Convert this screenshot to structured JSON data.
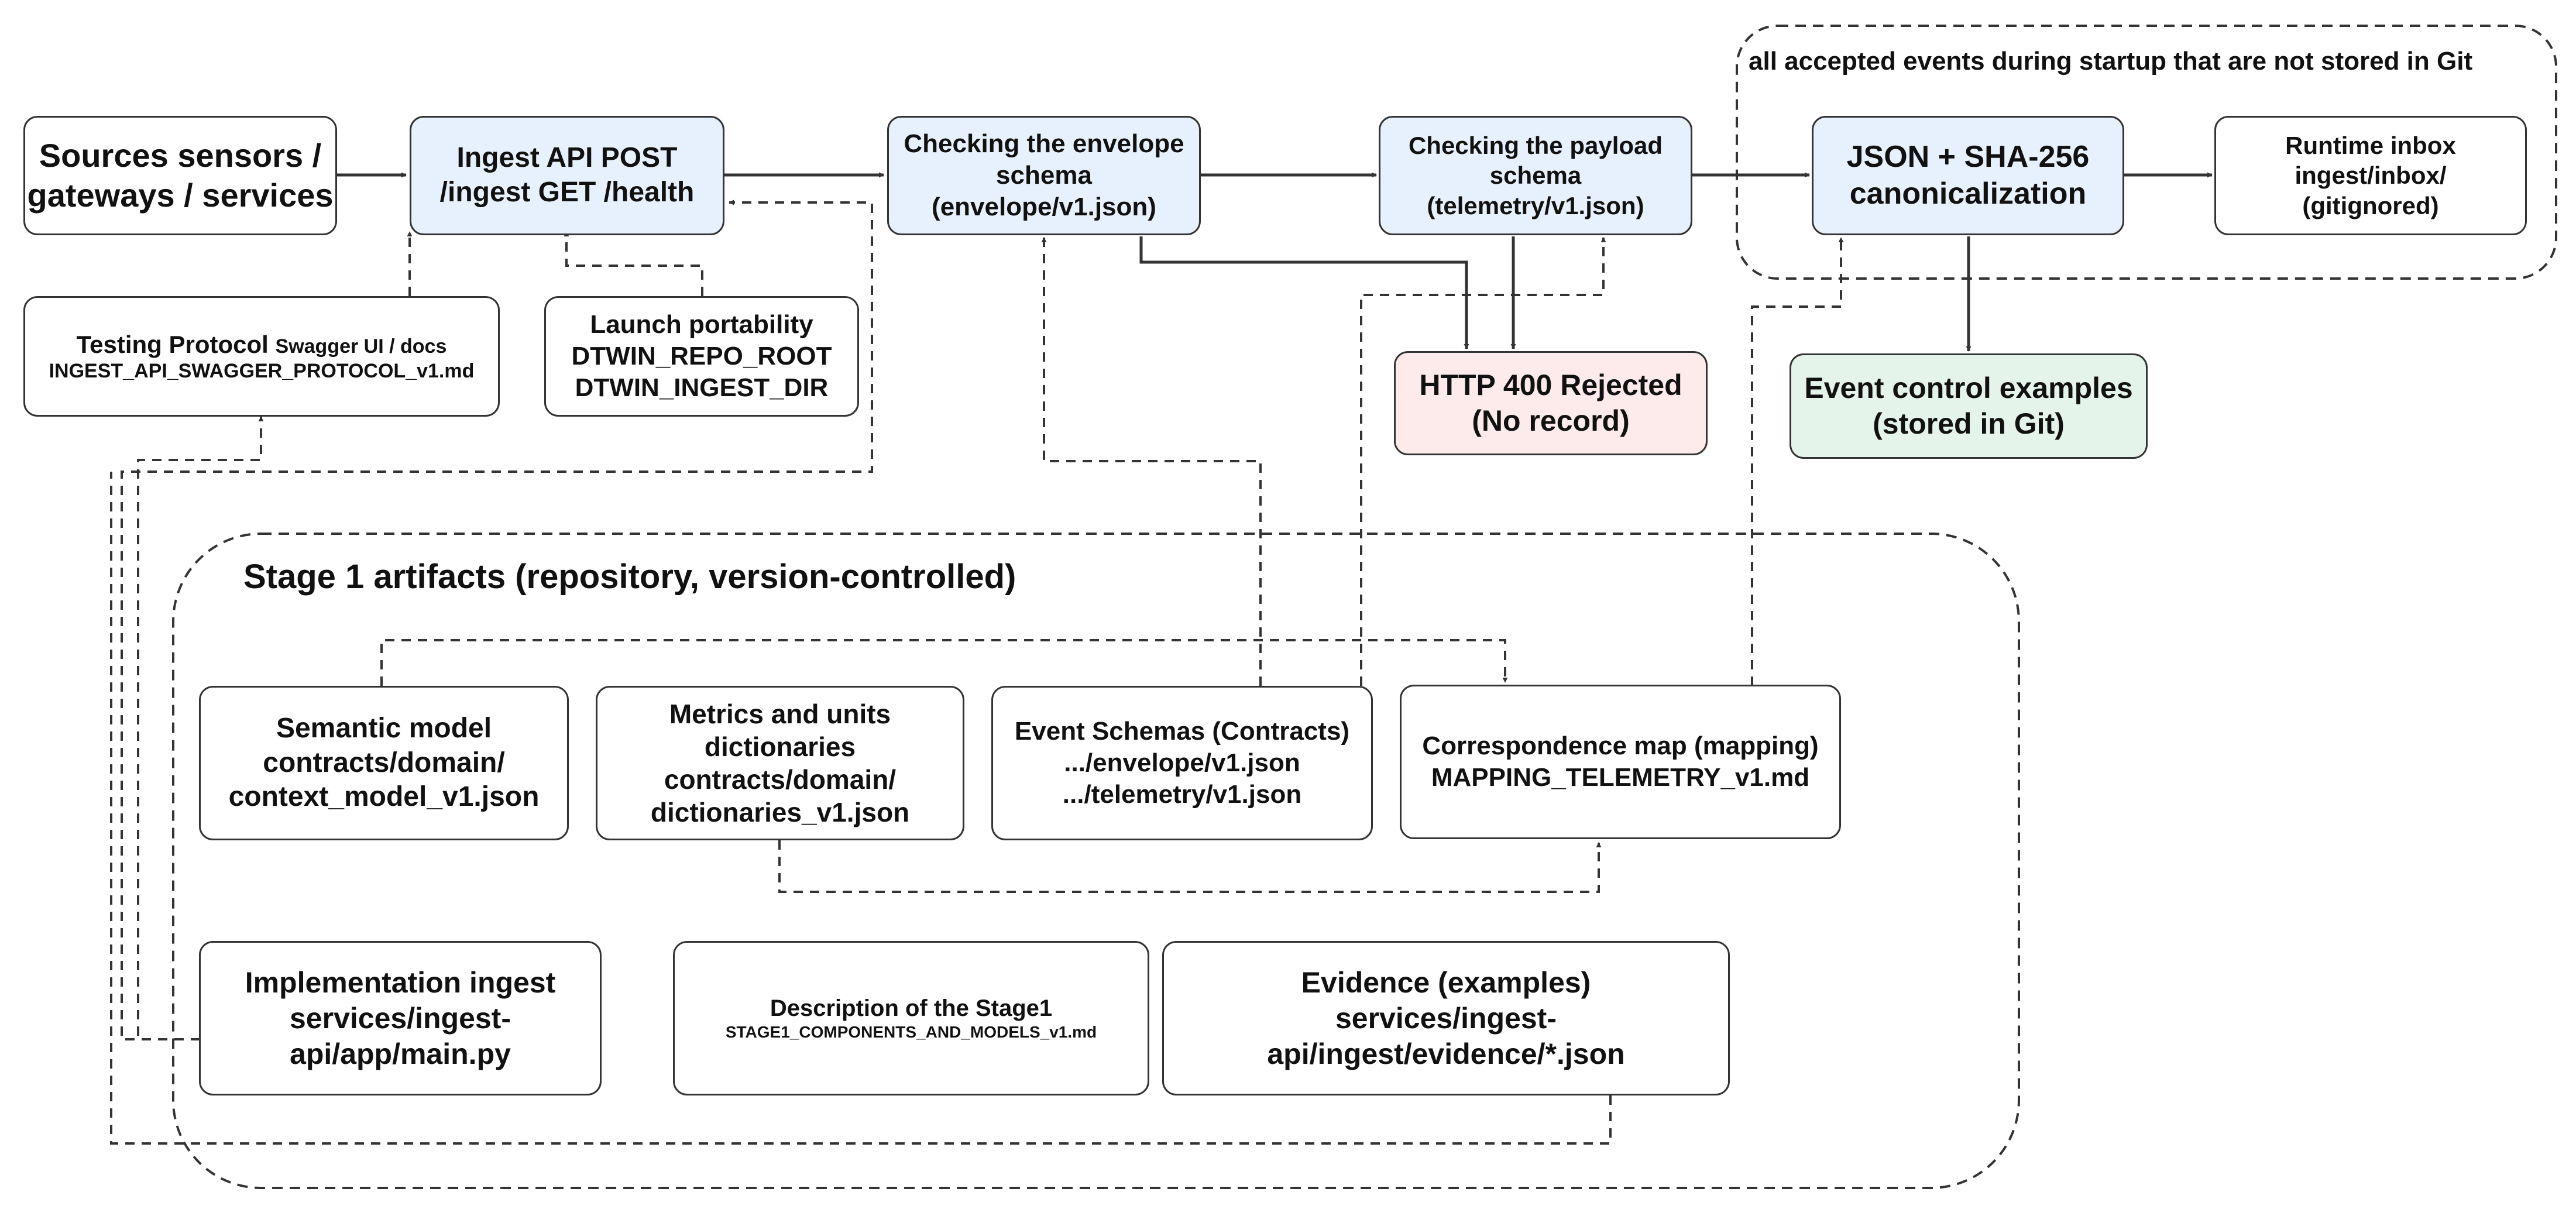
{
  "diagram": {
    "nodes": {
      "sources": {
        "lines": [
          "Sources sensors /",
          "gateways / services"
        ]
      },
      "ingest_api": {
        "lines": [
          "Ingest API POST",
          "/ingest GET /health"
        ]
      },
      "envelope_check": {
        "lines": [
          "Checking the envelope",
          "schema",
          "(envelope/v1.json)"
        ]
      },
      "payload_check": {
        "lines": [
          "Checking the payload",
          "schema",
          "(telemetry/v1.json)"
        ]
      },
      "canonicalization": {
        "lines": [
          "JSON + SHA-256",
          "canonicalization"
        ]
      },
      "runtime_inbox": {
        "lines": [
          "Runtime inbox",
          "ingest/inbox/",
          "(gitignored)"
        ]
      },
      "testing_protocol": {
        "title": "Testing Protocol",
        "subtitle": "Swagger UI / docs",
        "file": "INGEST_API_SWAGGER_PROTOCOL_v1.md"
      },
      "launch_portability": {
        "lines": [
          "Launch portability",
          "DTWIN_REPO_ROOT",
          "DTWIN_INGEST_DIR"
        ]
      },
      "http_rejected": {
        "lines": [
          "HTTP 400 Rejected",
          "(No record)"
        ]
      },
      "event_examples": {
        "lines": [
          "Event control examples",
          "(stored in Git)"
        ]
      },
      "semantic_model": {
        "lines": [
          "Semantic model",
          "contracts/domain/",
          "context_model_v1.json"
        ]
      },
      "dictionaries": {
        "lines": [
          "Metrics and units",
          "dictionaries",
          "contracts/domain/",
          "dictionaries_v1.json"
        ]
      },
      "event_schemas": {
        "lines": [
          "Event Schemas (Contracts)",
          ".../envelope/v1.json",
          ".../telemetry/v1.json"
        ]
      },
      "correspondence_map": {
        "lines": [
          "Correspondence map (mapping)",
          "MAPPING_TELEMETRY_v1.md"
        ]
      },
      "implementation": {
        "lines": [
          "Implementation ingest",
          "services/ingest-",
          "api/app/main.py"
        ]
      },
      "description": {
        "lines": [
          "Description of the Stage1",
          "STAGE1_COMPONENTS_AND_MODELS_v1.md"
        ]
      },
      "evidence": {
        "lines": [
          "Evidence (examples)",
          "services/ingest-",
          "api/ingest/evidence/*.json"
        ]
      }
    },
    "groups": {
      "runtime_group_label": "all accepted events during startup that are not stored in Git",
      "stage1_group_label": "Stage 1 artifacts (repository, version-controlled)"
    },
    "colors": {
      "stroke": "#333333",
      "process_fill": "#e7f1fd",
      "reject_fill": "#fdeaea",
      "evidence_fill": "#e5f4eb"
    }
  }
}
